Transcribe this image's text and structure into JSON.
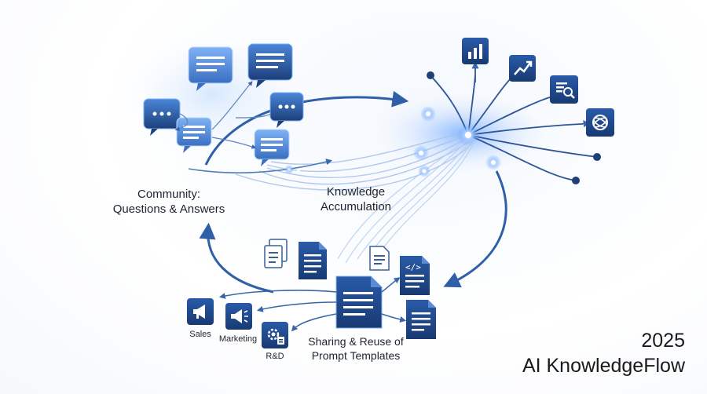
{
  "labels": {
    "community": "Community:\nQuestions & Answers",
    "knowledge": "Knowledge\nAccumulation",
    "sharing": "Sharing & Reuse of\nPrompt Templates",
    "sales": "Sales",
    "marketing": "Marketing",
    "rnd": "R&D"
  },
  "footer": {
    "year": "2025",
    "title": "AI KnowledgeFlow"
  },
  "colors": {
    "icon_dark": "#1e3f78",
    "icon_mid": "#2a5aa8",
    "glow": "#6fa8ff",
    "arrow": "#2f5fa6",
    "line_light": "#a9c4ea"
  },
  "icons": {
    "top_right": [
      "bar-chart-icon",
      "trend-line-icon",
      "document-search-icon",
      "ai-knot-icon"
    ],
    "departments": [
      "megaphone-icon",
      "megaphone-icon",
      "gear-document-icon"
    ]
  }
}
